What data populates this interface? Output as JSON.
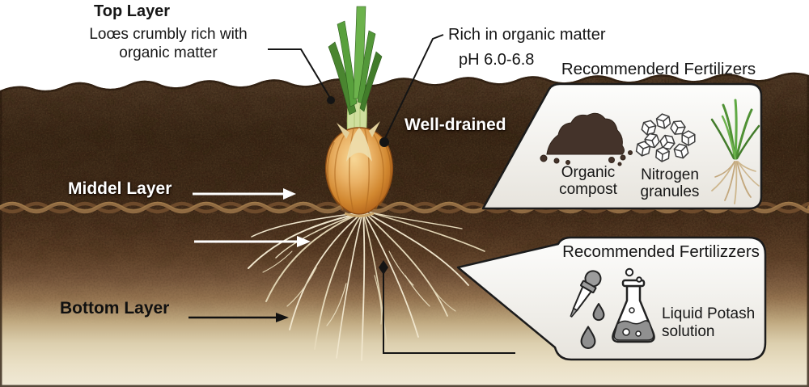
{
  "title": "Onion soil layers diagram",
  "labels": {
    "top_layer_title": "Top Layer",
    "top_layer_desc": "Loœs crumbly rich with\norganic matter",
    "rich": "Rich in organic matter",
    "ph": "pH 6.0-6.8",
    "well_drained": "Well-drained",
    "middel_layer": "Middel Layer",
    "bottom_layer": "Bottom Layer"
  },
  "panel_top": {
    "title": "Recommenderd Fertilizers",
    "items": [
      {
        "label": "Organic\ncompost",
        "icon": "compost-pile-icon"
      },
      {
        "label": "Nitrogen\ngranules",
        "icon": "nitrogen-granules-icon"
      },
      {
        "label": "",
        "icon": "seedling-roots-icon"
      }
    ]
  },
  "panel_bottom": {
    "title": "Recommended Fertilizzers",
    "label": "Liquid Potash\nsolution",
    "icons": [
      "dropper-icon",
      "flask-icon"
    ]
  },
  "illustration": {
    "plant": "onion-bulb-with-green-shoots-and-roots",
    "soil_layers": [
      "top dark humus",
      "middle brown with twig seam",
      "bottom light sandy"
    ],
    "callouts": [
      "line-to-topsoil-dot",
      "line-to-onion-dot",
      "line-from-roots-to-bottom-panel"
    ],
    "arrows": [
      "white-arrow-middel-layer",
      "white-arrow-roots",
      "black-arrow-bottom-layer"
    ]
  },
  "colors": {
    "sky": "#ffffff",
    "soil_dark": "#3b2917",
    "soil_mid": "#5e4128",
    "soil_light": "#f0e9d6",
    "twig": "#8f6a42",
    "panel_bg": "#f7f5f0",
    "panel_border": "#1b1b1b",
    "onion": "#d1872f",
    "leaf_green": "#5fa13e",
    "root_cream": "#efe5cc",
    "icon_gray": "#8f8f8f",
    "label_dark": "#161616",
    "label_light": "#ffffff"
  }
}
